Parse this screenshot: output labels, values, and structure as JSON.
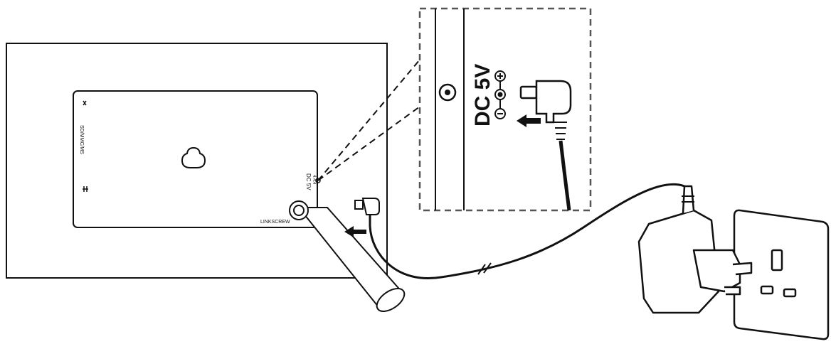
{
  "labels": {
    "callout_voltage": "DC 5V",
    "port_voltage": "DC 5V",
    "port_small": "4.4.4",
    "sd_label": "SD/MMC/MS",
    "stand_label": "LINKSCREW"
  },
  "colors": {
    "line": "#111111",
    "background": "#ffffff"
  }
}
